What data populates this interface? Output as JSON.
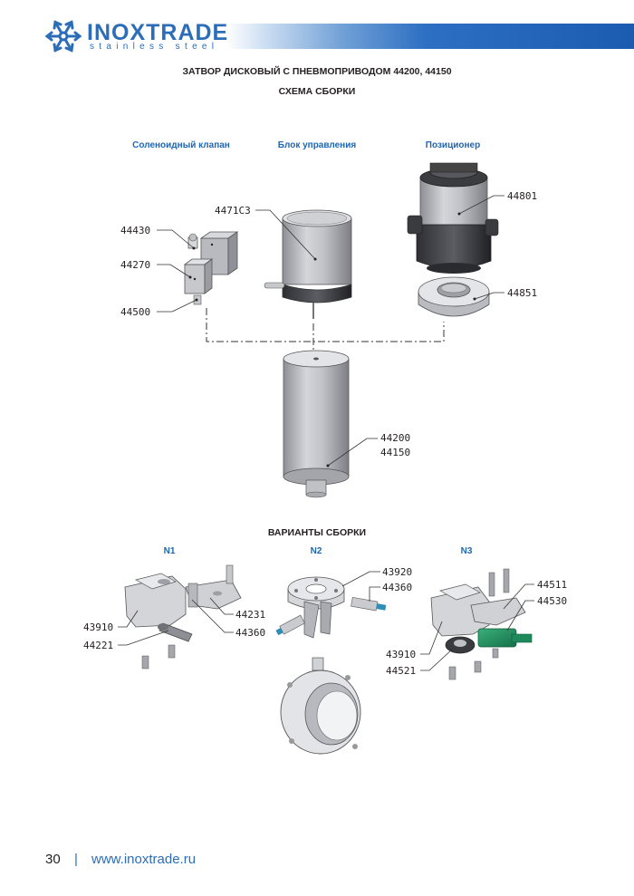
{
  "header": {
    "brand": "INOXTRADE",
    "tagline": "stainless steel",
    "accent_color": "#2c6db8"
  },
  "titles": {
    "main": "ЗАТВОР ДИСКОВЫЙ С ПНЕВМОПРИВОДОМ 44200, 44150",
    "sub": "СХЕМА СБОРКИ",
    "variants": "ВАРИАНТЫ СБОРКИ"
  },
  "sections": {
    "solenoid": "Соленоидный клапан",
    "control": "Блок управления",
    "positioner": "Позиционер"
  },
  "parts": {
    "p44430": "44430",
    "p44270": "44270",
    "p44500": "44500",
    "p4471C3": "4471C3",
    "p44801": "44801",
    "p44851": "44851",
    "p44200": "44200",
    "p44150": "44150"
  },
  "variants": {
    "n1": {
      "label": "N1",
      "parts": [
        "43910",
        "44221",
        "44231",
        "44360"
      ]
    },
    "n2": {
      "label": "N2",
      "parts": [
        "43920",
        "44360"
      ]
    },
    "n3": {
      "label": "N3",
      "parts": [
        "44511",
        "44530",
        "43910",
        "44521"
      ]
    }
  },
  "footer": {
    "page": "30",
    "separator": "|",
    "url": "www.inoxtrade.ru"
  }
}
